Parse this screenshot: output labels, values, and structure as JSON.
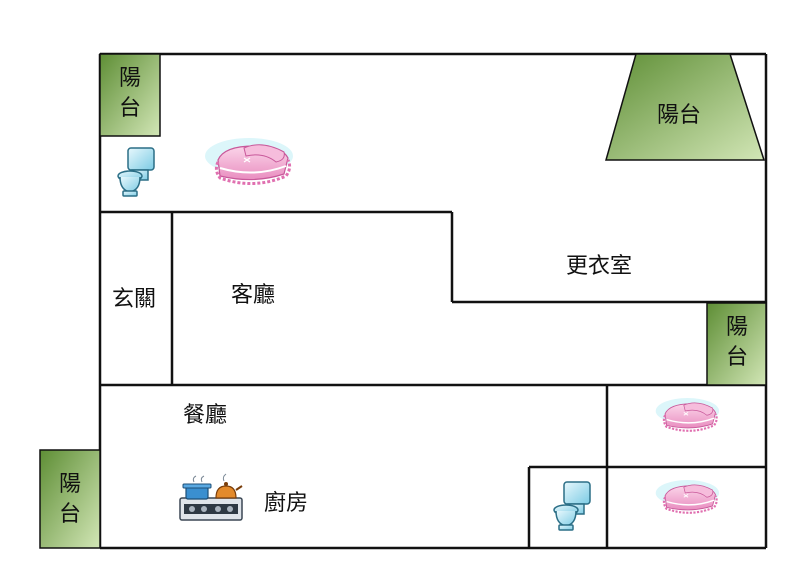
{
  "colors": {
    "wall": "#111111",
    "balcony_dark": "#5e8e35",
    "balcony_light": "#d2e6b6",
    "toilet": "#9fdcee",
    "bed_pink": "#f2a9d1",
    "stove_pot": "#3a8fd0"
  },
  "icons": [
    "toilet-icon",
    "cradle-bed-icon",
    "stove-icon"
  ],
  "rooms": {
    "balcony": "陽台",
    "entrance": "玄關",
    "living_room": "客廳",
    "dressing_room": "更衣室",
    "dining_room": "餐廳",
    "kitchen": "廚房"
  }
}
